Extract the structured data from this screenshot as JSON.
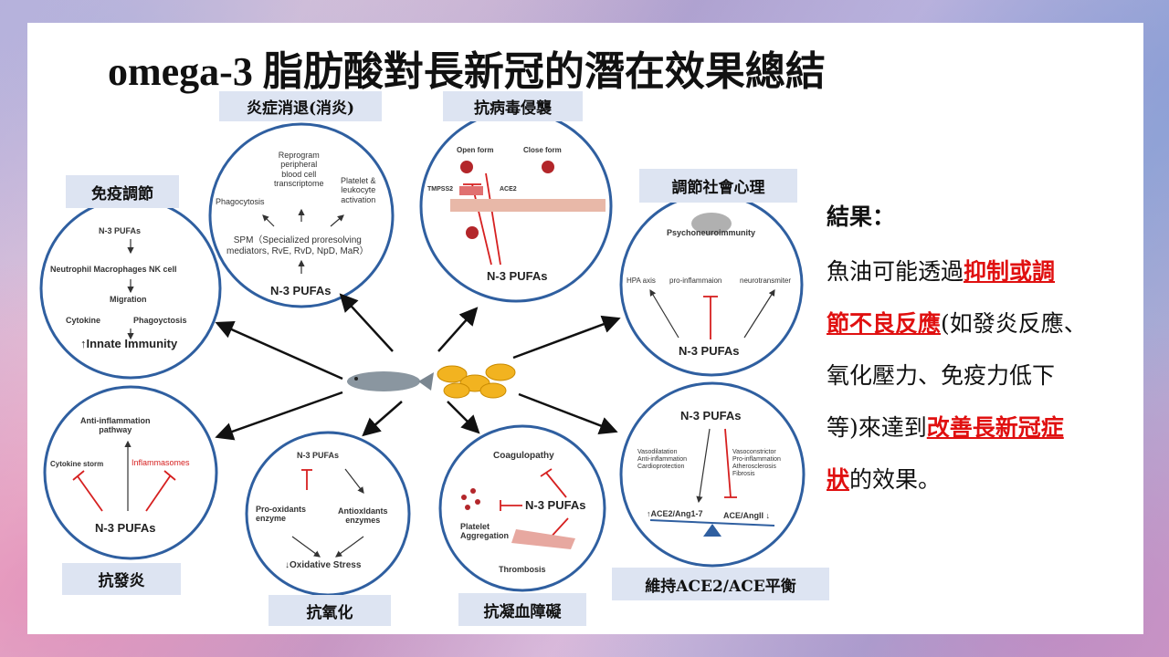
{
  "title": "omega-3 脂肪酸對長新冠的潛在效果總結",
  "labels": {
    "immune": "免疫調節",
    "resolve": "炎症消退(消炎)",
    "antiviral": "抗病毒侵襲",
    "psych": "調節社會心理",
    "antiinflam": "抗發炎",
    "antiox": "抗氧化",
    "anticoag": "抗凝血障礙",
    "ace": "維持ACE2/ACE平衡"
  },
  "immune": {
    "top": "N-3 PUFAs",
    "cells": "Neutrophil Macrophages NK cell",
    "migration": "Migration",
    "cytokine": "Cytokine",
    "phago": "Phagoyctosis",
    "result": "↑Innate Immunity"
  },
  "resolve": {
    "phago": "Phagocytosis",
    "reprogram": "Reprogram\nperipheral\nblood cell\ntranscriptome",
    "platelet": "Platelet &\nleukocyte\nactivation",
    "spm": "SPM（Specialized proresolving\nmediators, RvE, RvD, NpD, MaR）",
    "src": "N-3 PUFAs"
  },
  "antiviral": {
    "open": "Open form",
    "close": "Close form",
    "tmpss2": "TMPSS2",
    "ace2": "ACE2",
    "src": "N-3 PUFAs"
  },
  "psych": {
    "top": "Psychoneuroimmunity",
    "hpa": "HPA axis",
    "pro": "pro-inflammaion",
    "neuro": "neurotransmiter",
    "src": "N-3 PUFAs"
  },
  "antiinflam": {
    "pathway": "Anti-inflammation\npathway",
    "storm": "Cytokine storm",
    "inflammasomes": "Inflammasomes",
    "src": "N-3 PUFAs"
  },
  "antiox": {
    "src": "N-3 PUFAs",
    "pro": "Pro-oxidants\nenzyme",
    "anti": "Antioxldants\nenzymes",
    "result": "↓Oxidative Stress"
  },
  "anticoag": {
    "coag": "Coagulopathy",
    "src": "N-3 PUFAs",
    "platelet": "Platelet\nAggregation",
    "thrombosis": "Thrombosis"
  },
  "ace": {
    "src": "N-3 PUFAs",
    "left": "Vasodilatation\nAnti-inflammation\nCardioprotection",
    "right": "Vasoconstrictor\nPro-inflammation\nAtherosclerosis\nFibrosis",
    "ace2": "↑ACE2/Ang1-7",
    "aceang": "ACE/AngII ↓"
  },
  "result": {
    "heading": "結果：",
    "l1a": "魚油可能透過",
    "l1b": "抑制或調",
    "l2a": "節不良反應",
    "l2b": "(如發炎反應、",
    "l3": "氧化壓力、免疫力低下",
    "l4a": "等)來達到",
    "l4b": "改善長新冠症",
    "l5a": "狀",
    "l5b": "的效果。"
  },
  "colors": {
    "circle": "#2f5fa0",
    "inhibit": "#d62020",
    "label_bg": "#dde4f2"
  }
}
